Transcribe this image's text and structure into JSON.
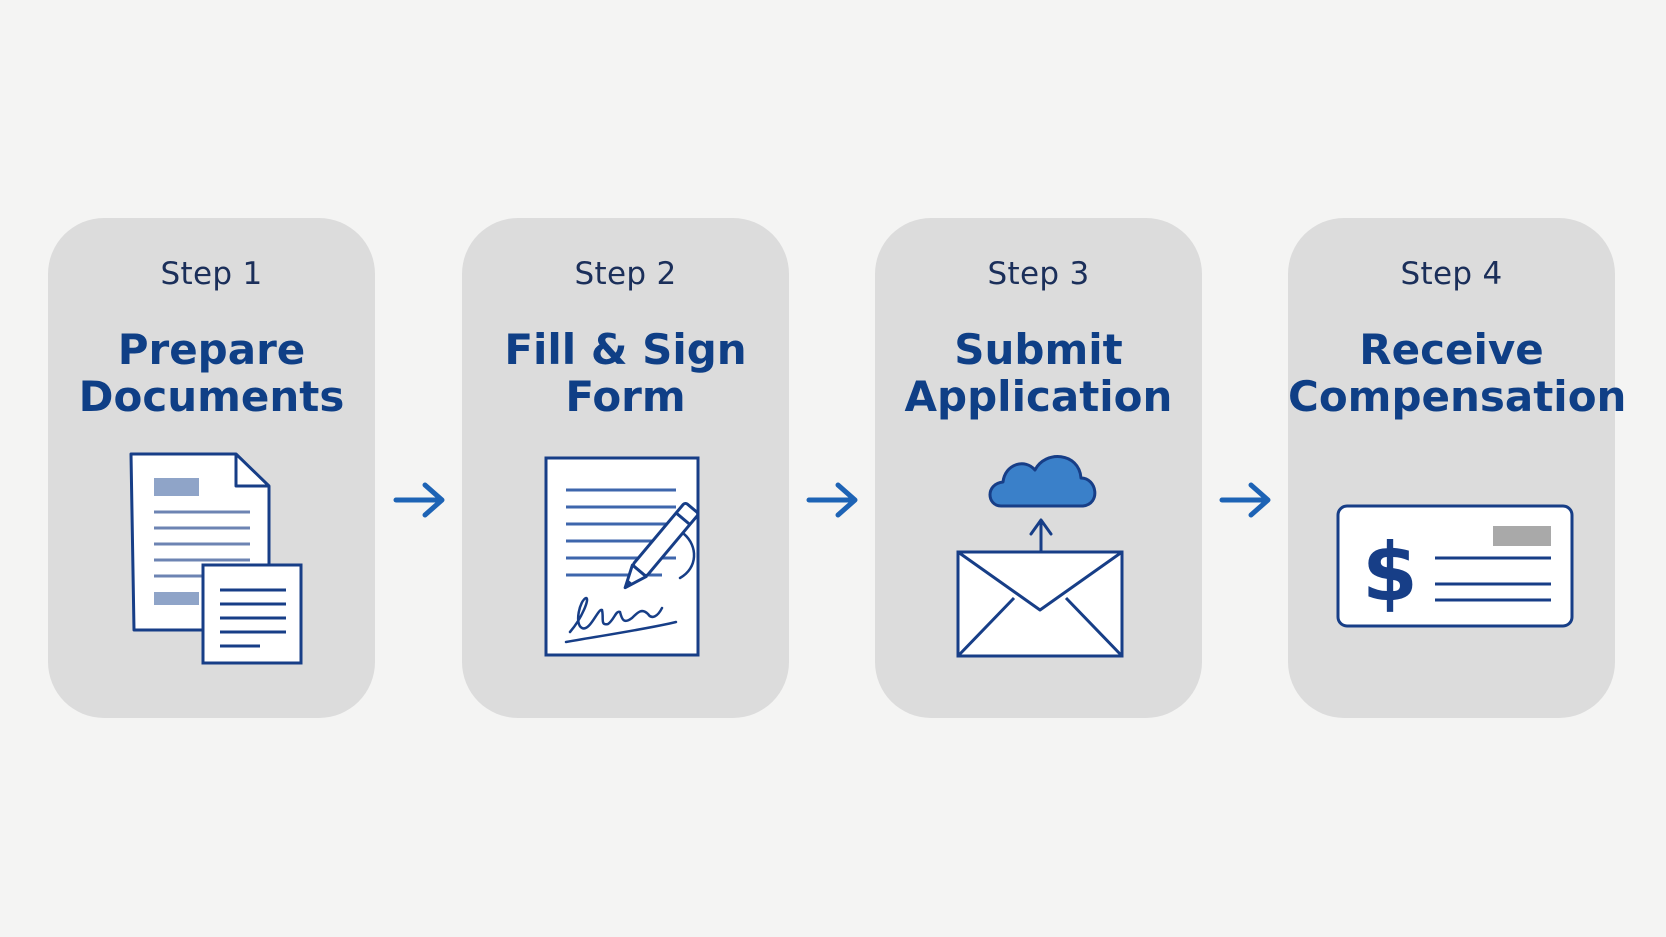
{
  "colors": {
    "background": "#f4f4f3",
    "card": "#dcdcdc",
    "title": "#0f3f86",
    "label": "#1b2f5a",
    "icon_line": "#173e87",
    "icon_accent": "#3a80c9",
    "arrow": "#1d63b5"
  },
  "steps": [
    {
      "label": "Step 1",
      "title": "Prepare\nDocuments",
      "icon": "documents-icon"
    },
    {
      "label": "Step 2",
      "title": "Fill & Sign\nForm",
      "icon": "signed-form-icon"
    },
    {
      "label": "Step 3",
      "title": "Submit\nApplication",
      "icon": "cloud-upload-envelope-icon"
    },
    {
      "label": "Step 4",
      "title": "Receive\nCompensation",
      "icon": "check-payment-icon"
    }
  ],
  "connectors": [
    "arrow-right-icon",
    "arrow-right-icon",
    "arrow-right-icon"
  ]
}
